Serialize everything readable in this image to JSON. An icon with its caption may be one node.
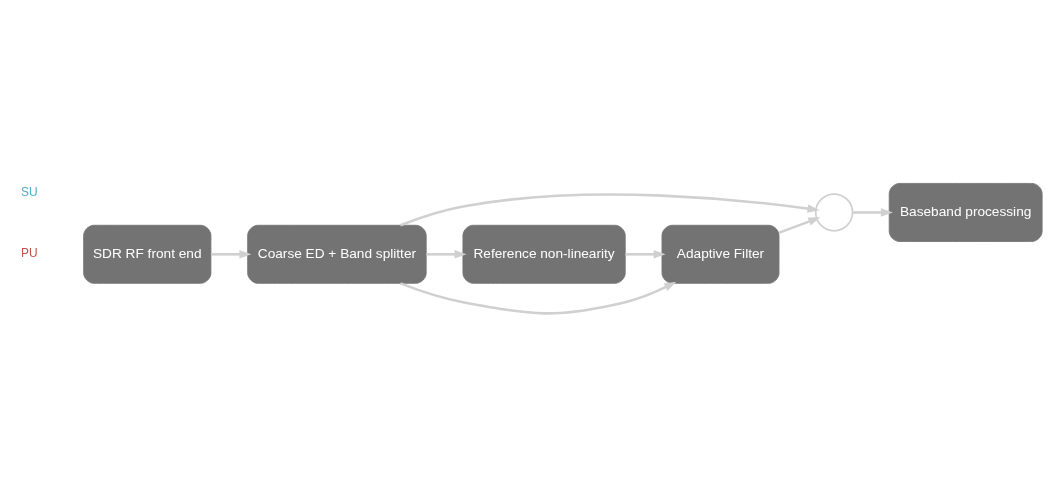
{
  "diagram": {
    "nodes": [
      {
        "text": [
          "SDR RF front end"
        ]
      },
      {
        "text": [
          "Coarse ED + Band splitter"
        ]
      },
      {
        "text": [],
        "shape": "circle"
      },
      {
        "text": [
          "Baseband processing"
        ]
      },
      {
        "text": [
          "Reference non-linearity"
        ]
      },
      {
        "text": [
          "Adaptive Filter"
        ]
      }
    ],
    "edges": [
      {
        "from": 0,
        "to": 1,
        "arrow": "to"
      },
      {
        "from": 1,
        "to": 2,
        "arrow": "to"
      },
      {
        "from": 2,
        "to": 3,
        "arrow": "to"
      },
      {
        "from": 1,
        "to": 4,
        "arrow": "to"
      },
      {
        "from": 1,
        "to": 5,
        "arrow": "to"
      },
      {
        "from": 4,
        "to": 5,
        "arrow": "to"
      },
      {
        "from": 5,
        "to": 2,
        "arrow": "to"
      }
    ],
    "labels": [
      "PU",
      "SU"
    ]
  }
}
